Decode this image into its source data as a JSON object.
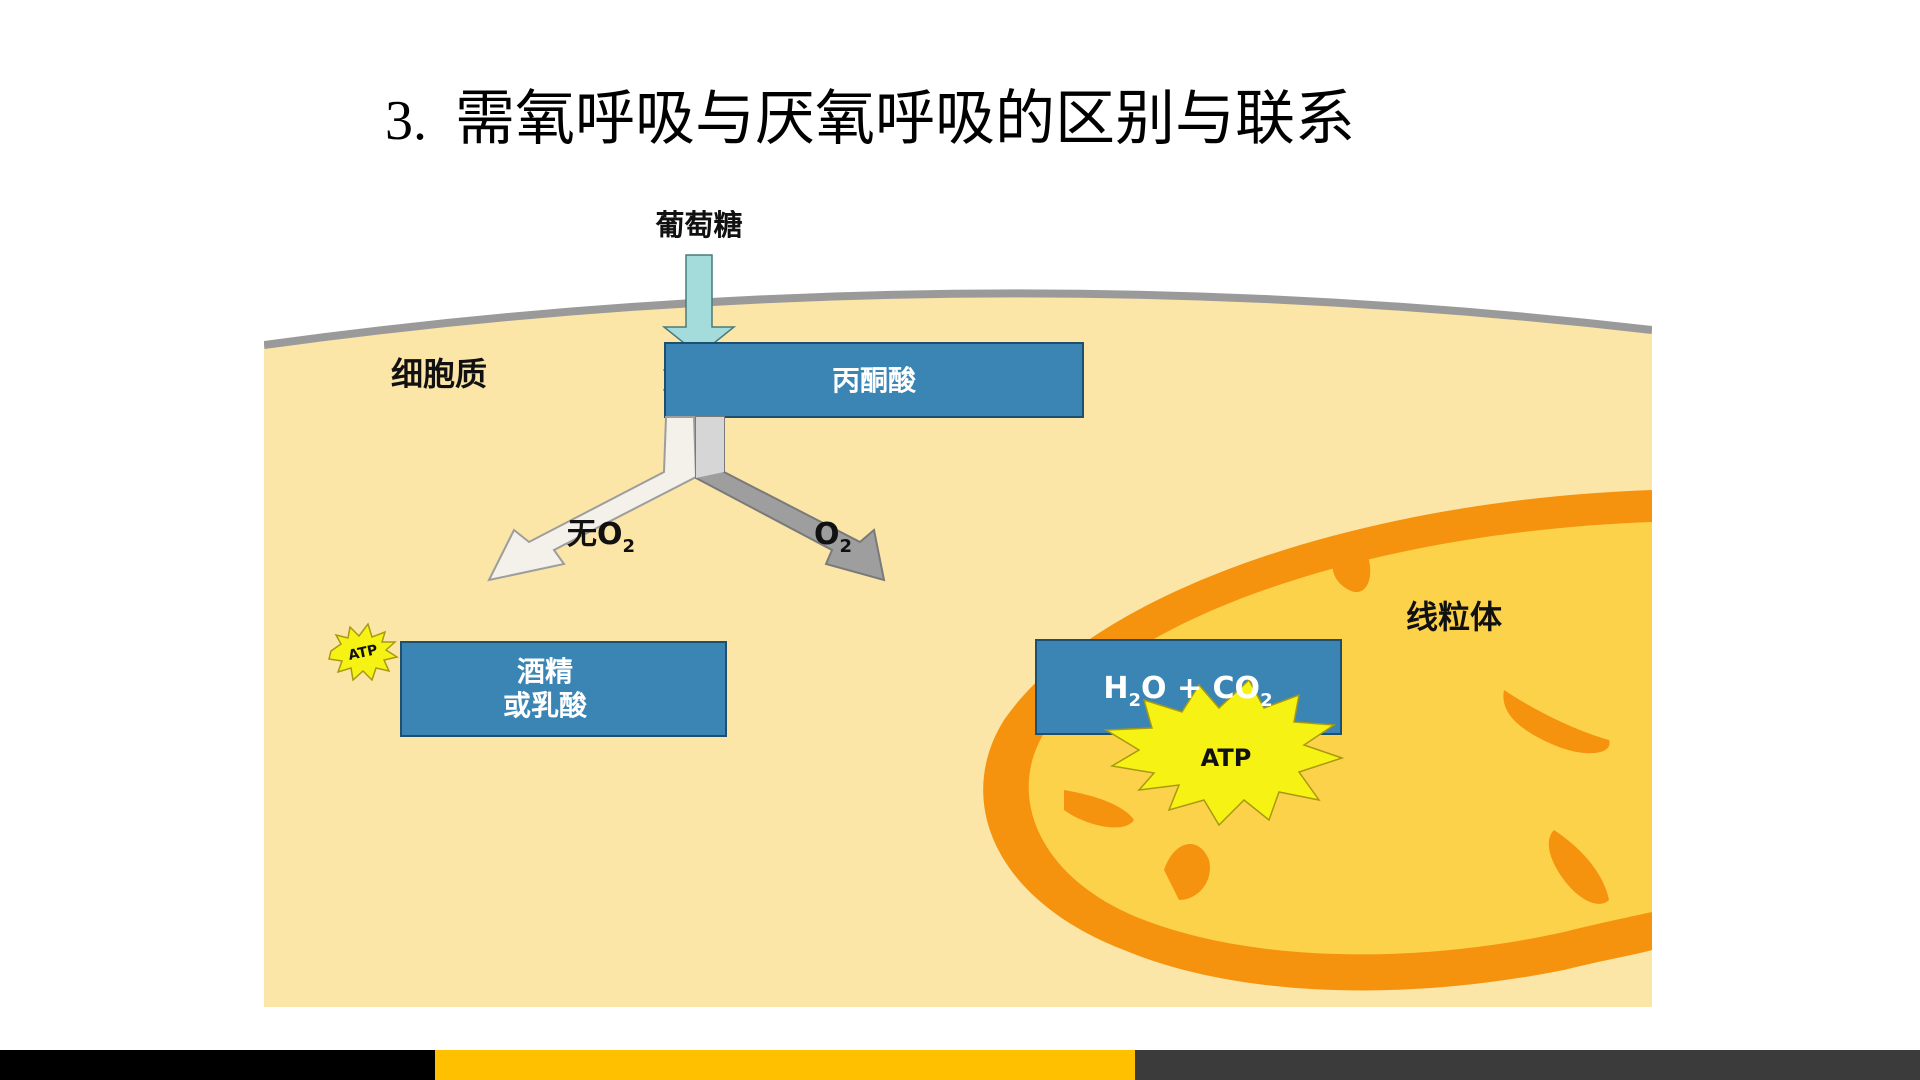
{
  "slide": {
    "title_number": "3.",
    "title_text": "需氧呼吸与厌氧呼吸的区别与联系"
  },
  "diagram": {
    "glucose_label": "葡萄糖",
    "cytoplasm_label": "细胞质",
    "pyruvate_label": "丙酮酸",
    "no_oxygen_label_prefix": "无O",
    "oxygen_label_prefix": "O",
    "subscript_2": "2",
    "mitochondria_label": "线粒体",
    "anaerobic_product_line1": "酒精",
    "anaerobic_product_line2": "或乳酸",
    "aerobic_product_h": "H",
    "aerobic_product_mid": "O + CO",
    "atp_label_small": "ATP",
    "atp_label_large": "ATP"
  },
  "colors": {
    "cytoplasm_fill": "#fbe6a8",
    "membrane_stroke": "#9a9a9a",
    "mito_outer": "#f5930f",
    "mito_inner": "#fcd24a",
    "box_fill": "#3a85b3",
    "arrow_light": "#a4dcdc",
    "atp_star": "#f6f214",
    "footer_black": "#000000",
    "footer_yellow": "#ffc000",
    "footer_gray": "#3b3b3b"
  }
}
